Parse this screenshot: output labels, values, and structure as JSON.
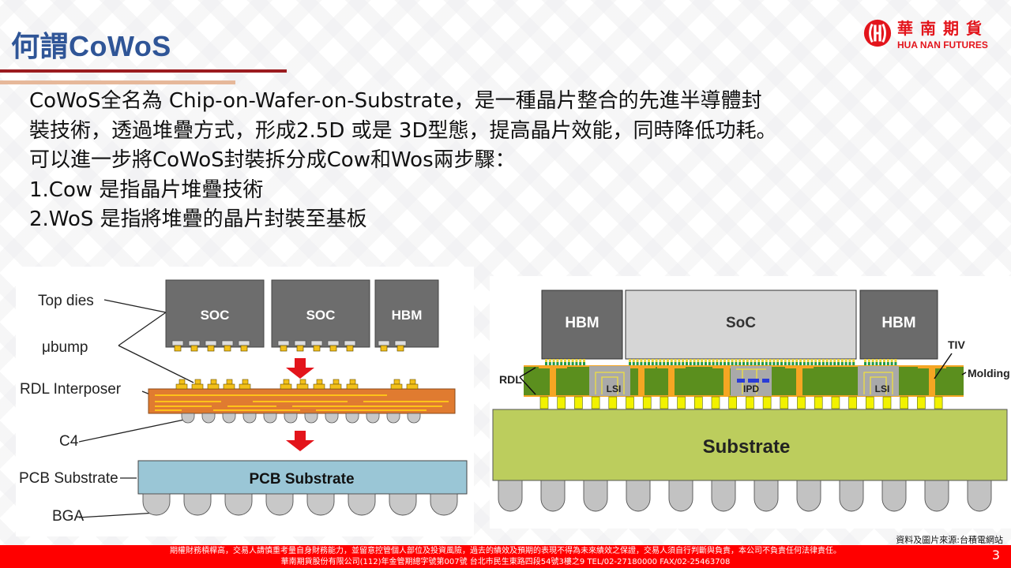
{
  "header": {
    "title": "何謂CoWoS",
    "logo": {
      "icon": "hua-nan-logo-icon",
      "name_cn": "華南期貨",
      "name_en": "HUA NAN FUTURES",
      "brand_color": "#e3141b"
    }
  },
  "body": {
    "lines": [
      "CoWoS全名為 Chip-on-Wafer-on-Substrate，是一種晶片整合的先進半導體封",
      "裝技術，透過堆疊方式，形成2.5D 或是 3D型態，提高晶片效能，同時降低功耗。",
      "可以進一步將CoWoS封裝拆分成Cow和Wos兩步驟：",
      "1.Cow 是指晶片堆疊技術",
      "2.WoS 是指將堆疊的晶片封裝至基板"
    ]
  },
  "diagram_left": {
    "labels": {
      "top_dies": "Top dies",
      "ubump": "μbump",
      "rdl_interposer": "RDL Interposer",
      "c4": "C4",
      "pcb_substrate": "PCB Substrate",
      "bga": "BGA"
    },
    "dies": [
      "SOC",
      "SOC",
      "HBM"
    ],
    "substrate_label": "PCB Substrate"
  },
  "diagram_right": {
    "dies": [
      "HBM",
      "SoC",
      "HBM"
    ],
    "embedded": [
      "LSI",
      "IPD",
      "LSI"
    ],
    "labels": {
      "rdl": "RDL",
      "tiv": "TIV",
      "molding": "Molding"
    },
    "substrate_label": "Substrate"
  },
  "source": "資料及圖片來源:台積電網站",
  "footer": {
    "line1": "期權財務槓桿高，交易人請慎重考量自身財務能力，並留意控管個人部位及投資風險，過去的績效及預期的表現不得為未來績效之保證，交易人須自行判斷與負責，本公司不負責任何法律責任。",
    "line2": "華南期貨股份有限公司(112)年金管期總字號第007號 台北市民生東路四段54號3樓之9 TEL/02-27180000 FAX/02-25463708",
    "page_number": "3",
    "color": "#ff0000"
  }
}
